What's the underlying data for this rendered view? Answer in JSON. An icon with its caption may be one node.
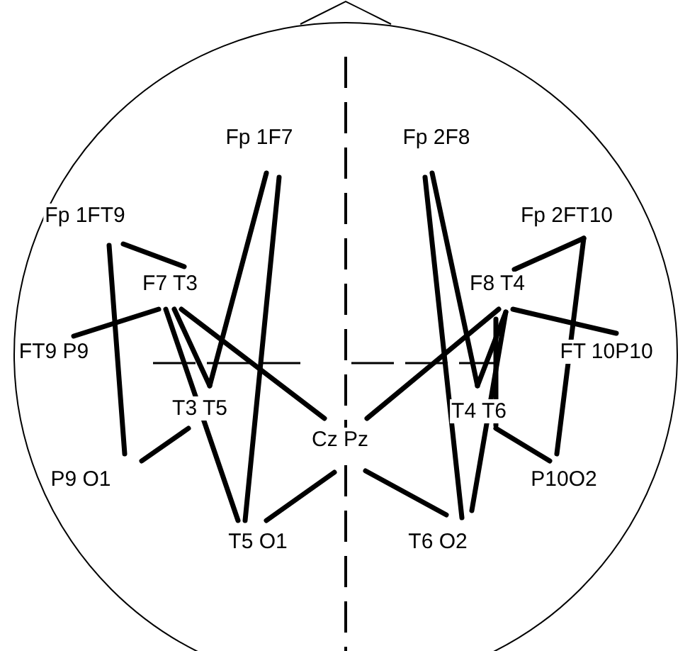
{
  "diagram": {
    "labels": [
      "Fp 1F7",
      "Fp 2F8",
      "Fp 1FT9",
      "Fp 2FT10",
      "F7 T3",
      "F8 T4",
      "FT9 P9",
      "FT 10P10",
      "T3 T5",
      "T4 T6",
      "Cz Pz",
      "P9 O1",
      "P10O2",
      "T5 O1",
      "T6 O2"
    ]
  }
}
